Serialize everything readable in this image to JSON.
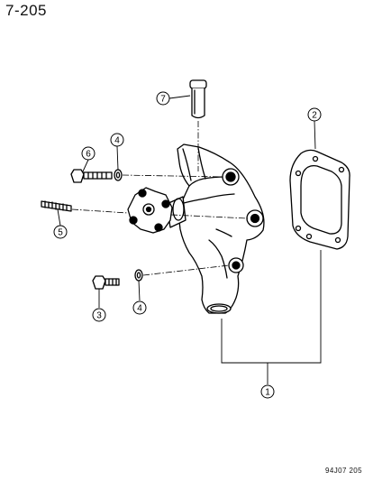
{
  "page_id": "7-205",
  "figure_code": "94J07 205",
  "callouts": [
    {
      "name": "callout-1",
      "number": "1"
    },
    {
      "name": "callout-2",
      "number": "2"
    },
    {
      "name": "callout-3",
      "number": "3"
    },
    {
      "name": "callout-4-top",
      "number": "4"
    },
    {
      "name": "callout-4-bottom",
      "number": "4"
    },
    {
      "name": "callout-5",
      "number": "5"
    },
    {
      "name": "callout-6",
      "number": "6"
    },
    {
      "name": "callout-7",
      "number": "7"
    }
  ]
}
